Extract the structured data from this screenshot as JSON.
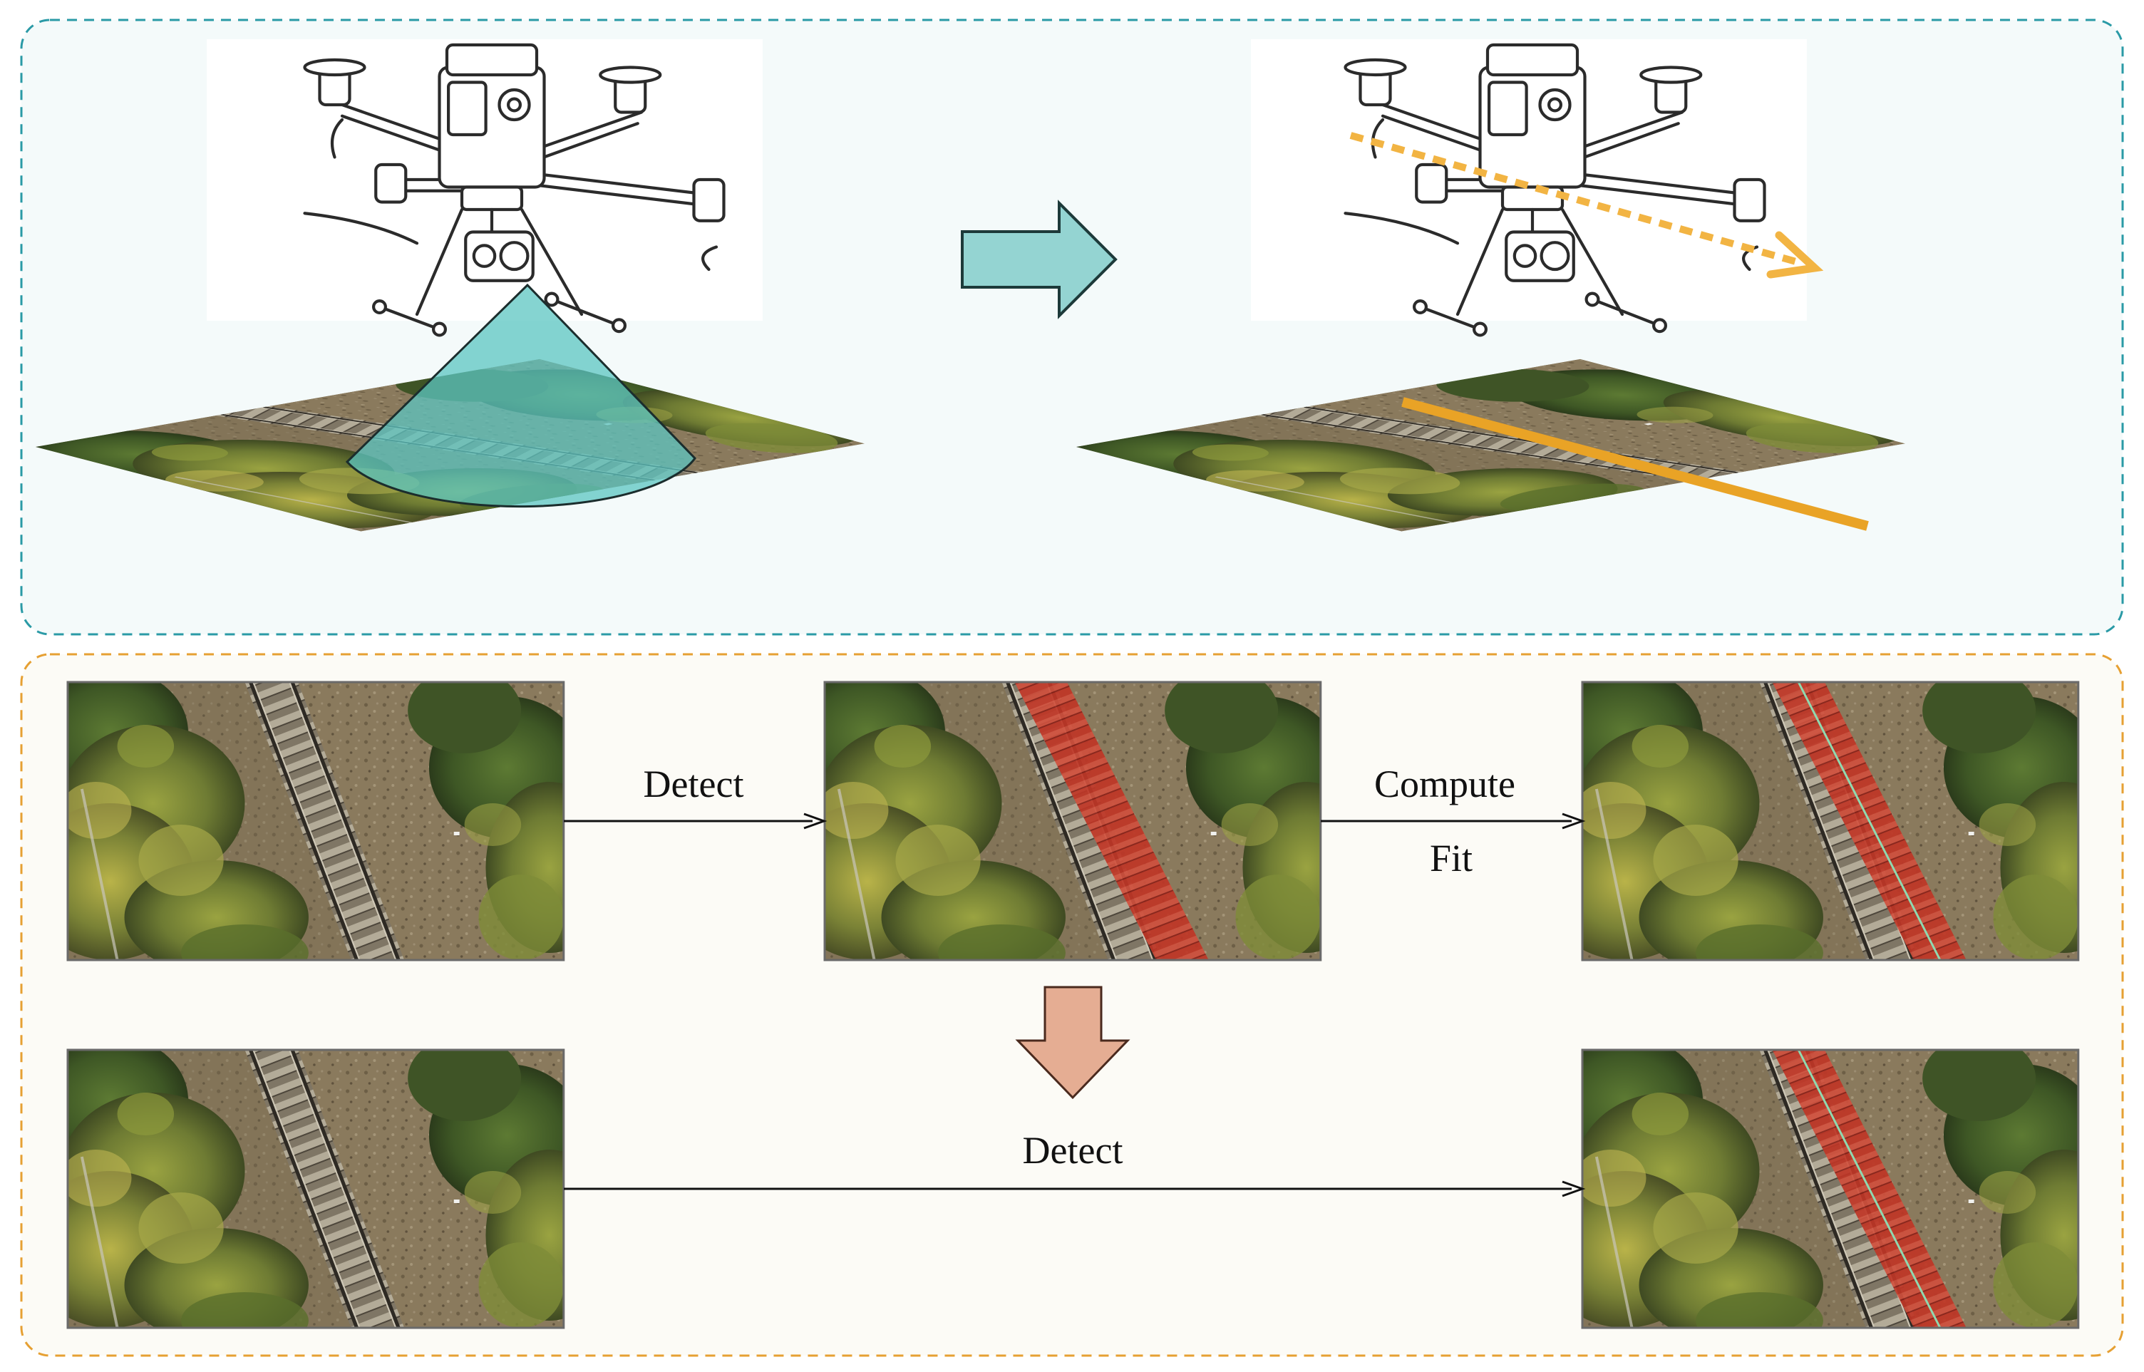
{
  "top_panel": {
    "border_color": "#2a9aa6",
    "fill_color": "#f4fafa",
    "scan_cone_color": "#5cc6c2",
    "transition_arrow_color": "#94d4d2",
    "flight_path_color": "#f2b443",
    "fitted_track_line_color": "#e9a326"
  },
  "bottom_panel": {
    "border_color": "#e6a033",
    "fill_color": "#fcfbf6",
    "mask_color": "#c0392b",
    "centerline_color": "#8fd9b0",
    "down_arrow_color": "#e5ad93",
    "labels": {
      "detect_1": "Detect",
      "compute": "Compute",
      "fit": "Fit",
      "detect_2": "Detect"
    }
  }
}
